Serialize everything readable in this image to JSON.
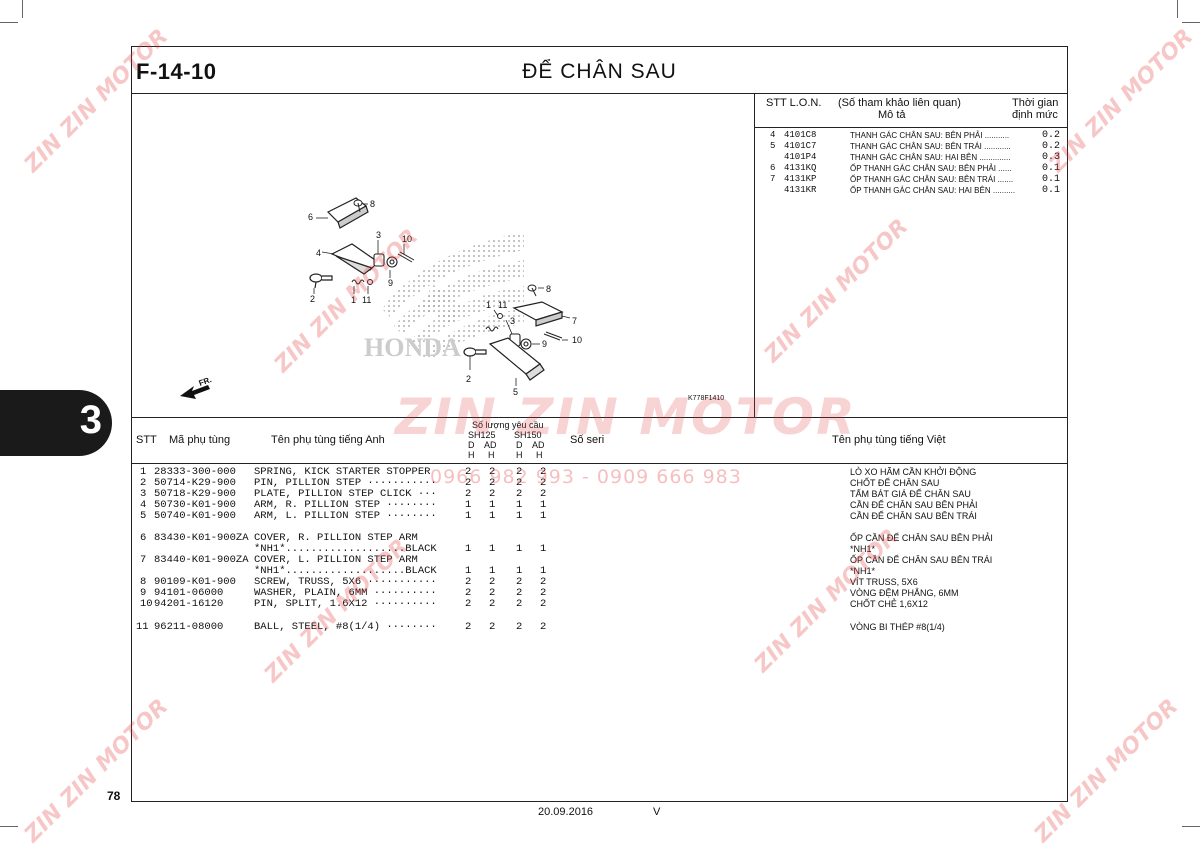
{
  "header": {
    "fig_code": "F-14-10",
    "title": "ĐỂ CHÂN SAU"
  },
  "diagram": {
    "figure_id": "K778F1410",
    "front_label": "FR.",
    "callouts": [
      "1",
      "2",
      "3",
      "4",
      "5",
      "6",
      "7",
      "8",
      "9",
      "10",
      "11"
    ]
  },
  "lon": {
    "headers": {
      "stt_lon": "STT  L.O.N.",
      "ref": "(Số tham khảo liên quan)",
      "desc": "Mô tả",
      "time1": "Thời gian",
      "time2": "định mức"
    },
    "rows": [
      {
        "stt": "4",
        "code": "4101C8",
        "desc": "THANH GÁC CHÂN SAU: BÊN PHẢI ...........",
        "time": "0.2"
      },
      {
        "stt": "5",
        "code": "4101C7",
        "desc": "THANH GÁC CHÂN SAU: BÊN TRÁI ............",
        "time": "0.2"
      },
      {
        "stt": "",
        "code": "4101P4",
        "desc": "THANH GÁC CHÂN SAU: HAI BÊN ..............",
        "time": "0.3"
      },
      {
        "stt": "6",
        "code": "4131KQ",
        "desc": "ỐP THANH GÁC CHÂN  SAU: BÊN PHẢI ......",
        "time": "0.1"
      },
      {
        "stt": "7",
        "code": "4131KP",
        "desc": "ỐP THANH GÁC CHÂN SAU: BÊN TRÁI .......",
        "time": "0.1"
      },
      {
        "stt": "",
        "code": "4131KR",
        "desc": "ỐP THANH GÁC CHÂN SAU: HAI BÊN ..........",
        "time": "0.1"
      }
    ]
  },
  "parts": {
    "headers": {
      "stt": "STT",
      "part_no": "Mã phụ tùng",
      "name_en": "Tên phụ tùng tiếng Anh",
      "qty": "Số lượng yêu cầu",
      "sh125": "SH125",
      "sh150": "SH150",
      "d": "D",
      "ad": "AD",
      "h": "H",
      "serial": "Số seri",
      "name_vi": "Tên phụ tùng tiếng Việt"
    },
    "rows": [
      {
        "stt": "1",
        "part_no": "28333-300-000",
        "name_en": "SPRING, KICK STARTER STOPPER",
        "q1": "2",
        "q2": "2",
        "q3": "2",
        "q4": "2",
        "name_vi": "LÒ XO HÃM CẦN KHỞI ĐỘNG"
      },
      {
        "stt": "2",
        "part_no": "50714-K29-900",
        "name_en": "PIN, PILLION STEP ···········",
        "q1": "2",
        "q2": "2",
        "q3": "2",
        "q4": "2",
        "name_vi": "CHỐT ĐỂ CHÂN SAU"
      },
      {
        "stt": "3",
        "part_no": "50718-K29-900",
        "name_en": "PLATE, PILLION STEP CLICK ···",
        "q1": "2",
        "q2": "2",
        "q3": "2",
        "q4": "2",
        "name_vi": "TẤM BÁT GIÁ ĐỂ CHÂN SAU"
      },
      {
        "stt": "4",
        "part_no": "50730-K01-900",
        "name_en": "ARM, R. PILLION STEP ········",
        "q1": "1",
        "q2": "1",
        "q3": "1",
        "q4": "1",
        "name_vi": "CẦN ĐỂ CHÂN SAU BÊN PHẢI"
      },
      {
        "stt": "5",
        "part_no": "50740-K01-900",
        "name_en": "ARM, L. PILLION STEP ········",
        "q1": "1",
        "q2": "1",
        "q3": "1",
        "q4": "1",
        "name_vi": "CẦN ĐỂ CHÂN SAU BÊN TRÁI"
      },
      {
        "stt": "6",
        "part_no": "83430-K01-900ZA",
        "name_en": "COVER, R. PILLION STEP ARM",
        "q1": "",
        "q2": "",
        "q3": "",
        "q4": "",
        "name_vi": "ỐP CẦN ĐỂ CHÂN SAU BÊN PHẢI"
      },
      {
        "stt": "",
        "part_no": "",
        "name_en": " *NH1*...................BLACK",
        "q1": "1",
        "q2": "1",
        "q3": "1",
        "q4": "1",
        "name_vi": "*NH1*"
      },
      {
        "stt": "7",
        "part_no": "83440-K01-900ZA",
        "name_en": "COVER, L. PILLION STEP ARM",
        "q1": "",
        "q2": "",
        "q3": "",
        "q4": "",
        "name_vi": "ỐP CẦN ĐỂ CHÂN SAU BÊN TRÁI"
      },
      {
        "stt": "",
        "part_no": "",
        "name_en": " *NH1*...................BLACK",
        "q1": "1",
        "q2": "1",
        "q3": "1",
        "q4": "1",
        "name_vi": "*NH1*"
      },
      {
        "stt": "8",
        "part_no": "90109-K01-900",
        "name_en": "SCREW, TRUSS, 5X6 ···········",
        "q1": "2",
        "q2": "2",
        "q3": "2",
        "q4": "2",
        "name_vi": "VÍT TRUSS, 5X6"
      },
      {
        "stt": "9",
        "part_no": "94101-06000",
        "name_en": "WASHER, PLAIN, 6MM ··········",
        "q1": "2",
        "q2": "2",
        "q3": "2",
        "q4": "2",
        "name_vi": "VÒNG ĐỆM PHẲNG, 6MM"
      },
      {
        "stt": "10",
        "part_no": "94201-16120",
        "name_en": "PIN, SPLIT, 1.6X12 ··········",
        "q1": "2",
        "q2": "2",
        "q3": "2",
        "q4": "2",
        "name_vi": "CHỐT CHẺ 1,6X12"
      },
      {
        "stt": "11",
        "part_no": "96211-08000",
        "name_en": "BALL, STEEL, #8(1/4) ········",
        "q1": "2",
        "q2": "2",
        "q3": "2",
        "q4": "2",
        "name_vi": "VÒNG BI THÉP #8(1/4)"
      }
    ]
  },
  "section_tab": "3",
  "page_number": "78",
  "footer": {
    "date": "20.09.2016",
    "version": "V"
  },
  "watermark": {
    "brand": "ZIN ZIN MOTOR",
    "phone": "0966 982 993 - 0909 666 983"
  }
}
